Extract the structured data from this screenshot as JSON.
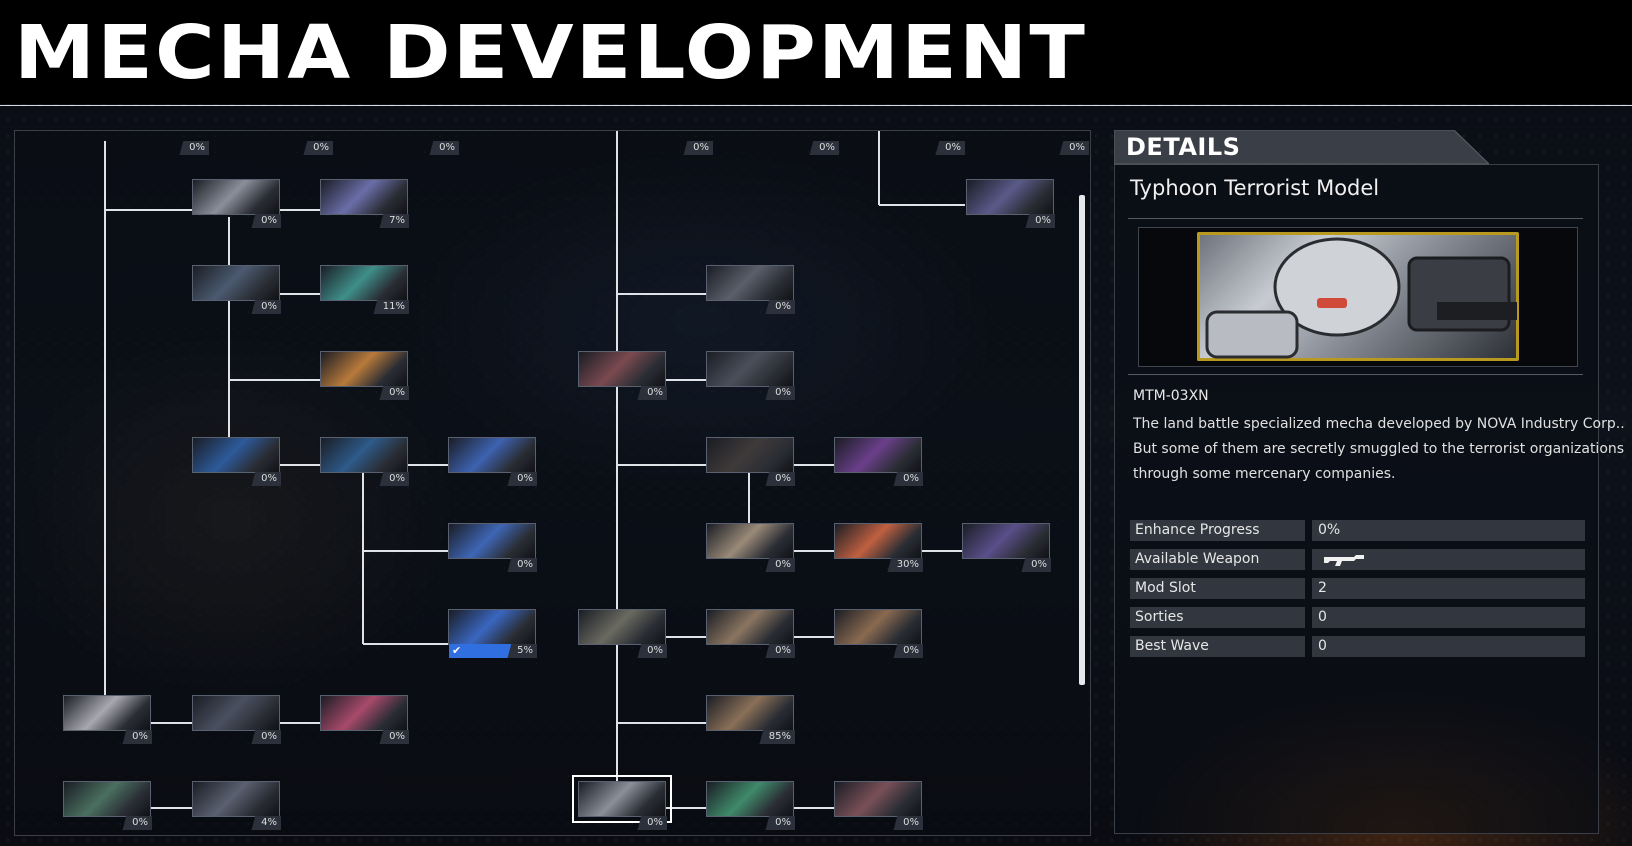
{
  "header": {
    "title": "MECHA DEVELOPMENT"
  },
  "tree": {
    "top_stub_percents": [
      "0%",
      "0%",
      "0%",
      "0%",
      "0%",
      "0%",
      "0%"
    ],
    "nodes": [
      {
        "id": "n1",
        "pct": "0%",
        "color": "#8a8f9a"
      },
      {
        "id": "n2",
        "pct": "7%",
        "color": "#6a6ea8"
      },
      {
        "id": "n3",
        "pct": "0%",
        "color": "#4b5a70"
      },
      {
        "id": "n4",
        "pct": "11%",
        "color": "#3f8f8a"
      },
      {
        "id": "n5",
        "pct": "0%",
        "color": "#b87a3a"
      },
      {
        "id": "n6",
        "pct": "0%",
        "color": "#2d5a9a"
      },
      {
        "id": "n7",
        "pct": "0%",
        "color": "#2e5a8a"
      },
      {
        "id": "n8",
        "pct": "0%",
        "color": "#3d62b0"
      },
      {
        "id": "n9",
        "pct": "0%",
        "color": "#3e66b5"
      },
      {
        "id": "n10",
        "pct": "5%",
        "color": "#3a66c0",
        "selected_check": true
      },
      {
        "id": "n11",
        "pct": "0%",
        "color": "#a8a8b0"
      },
      {
        "id": "n12",
        "pct": "0%",
        "color": "#4a5060"
      },
      {
        "id": "n13",
        "pct": "0%",
        "color": "#a84a6a"
      },
      {
        "id": "n14",
        "pct": "0%",
        "color": "#4a7060"
      },
      {
        "id": "n15",
        "pct": "4%",
        "color": "#5a6070"
      },
      {
        "id": "n16",
        "pct": "0%",
        "color": "#5a5f6a"
      },
      {
        "id": "n17",
        "pct": "0%",
        "color": "#7a4a50"
      },
      {
        "id": "n18",
        "pct": "0%",
        "color": "#4a4f5a"
      },
      {
        "id": "n19",
        "pct": "0%",
        "color": "#3f3a3a"
      },
      {
        "id": "n20",
        "pct": "0%",
        "color": "#6a3f8a"
      },
      {
        "id": "n21",
        "pct": "0%",
        "color": "#9a8a78"
      },
      {
        "id": "n22",
        "pct": "30%",
        "color": "#c06040"
      },
      {
        "id": "n23",
        "pct": "0%",
        "color": "#5a4f8a"
      },
      {
        "id": "n24",
        "pct": "0%",
        "color": "#6a6a60"
      },
      {
        "id": "n25",
        "pct": "0%",
        "color": "#8a7560"
      },
      {
        "id": "n26",
        "pct": "0%",
        "color": "#8a6a50"
      },
      {
        "id": "n27",
        "pct": "85%",
        "color": "#8a7058"
      },
      {
        "id": "n28",
        "pct": "0%",
        "color": "#8a8f98"
      },
      {
        "id": "n29",
        "pct": "0%",
        "color": "#3f8a6a"
      },
      {
        "id": "n30",
        "pct": "0%",
        "color": "#7a5058"
      },
      {
        "id": "n31",
        "pct": "0%",
        "color": "#5a5a8a"
      }
    ]
  },
  "details": {
    "tab_label": "DETAILS",
    "name": "Typhoon Terrorist Model",
    "model": "MTM-03XN",
    "description_lines": [
      "The land battle specialized mecha developed by NOVA Industry Corp..",
      "But some of them are secretly smuggled to the terrorist organizations",
      "through some mercenary companies."
    ],
    "stats": [
      {
        "label": "Enhance Progress",
        "value": "0%"
      },
      {
        "label": "Available Weapon",
        "value": "",
        "icon": "rifle-icon"
      },
      {
        "label": "Mod Slot",
        "value": "2"
      },
      {
        "label": "Sorties",
        "value": "0"
      },
      {
        "label": "Best Wave",
        "value": "0"
      }
    ]
  }
}
